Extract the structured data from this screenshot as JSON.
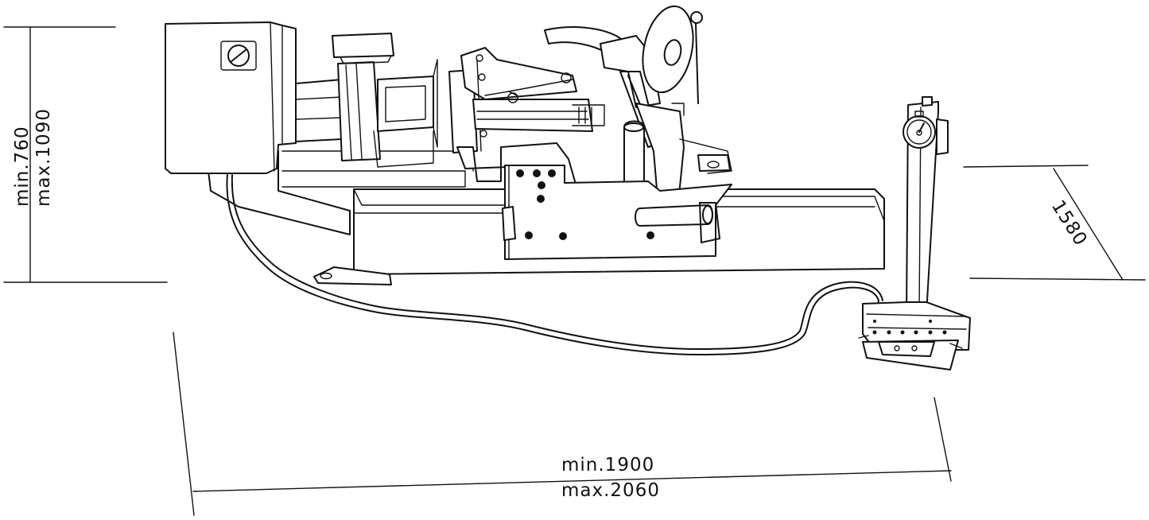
{
  "colors": {
    "stroke": "#111111",
    "background": "#ffffff"
  },
  "dimensions": {
    "height_min": "min.760",
    "height_max": "max.1090",
    "depth": "1580",
    "length_min": "min.1900",
    "length_max": "max.2060"
  }
}
